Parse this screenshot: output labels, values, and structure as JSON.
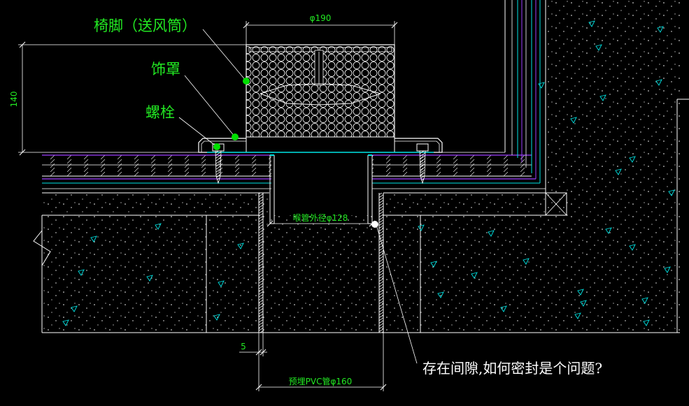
{
  "labels": {
    "seat_leg": "椅脚（送风筒）",
    "cover": "饰罩",
    "bolt": "螺栓"
  },
  "dimensions": {
    "top_width": "φ190",
    "height": "140",
    "throat_outer": "喉管外径φ128",
    "gap": "5",
    "pvc_pipe": "预埋PVC管φ160"
  },
  "note": "存在间隙,如何密封是个问题?",
  "colors": {
    "background": "#000000",
    "lines": "#ffffff",
    "dimension_text": "#22e822",
    "cyan_layer": "#00e5e5",
    "purple_layer": "#a040ff",
    "marker": "#00e000"
  }
}
